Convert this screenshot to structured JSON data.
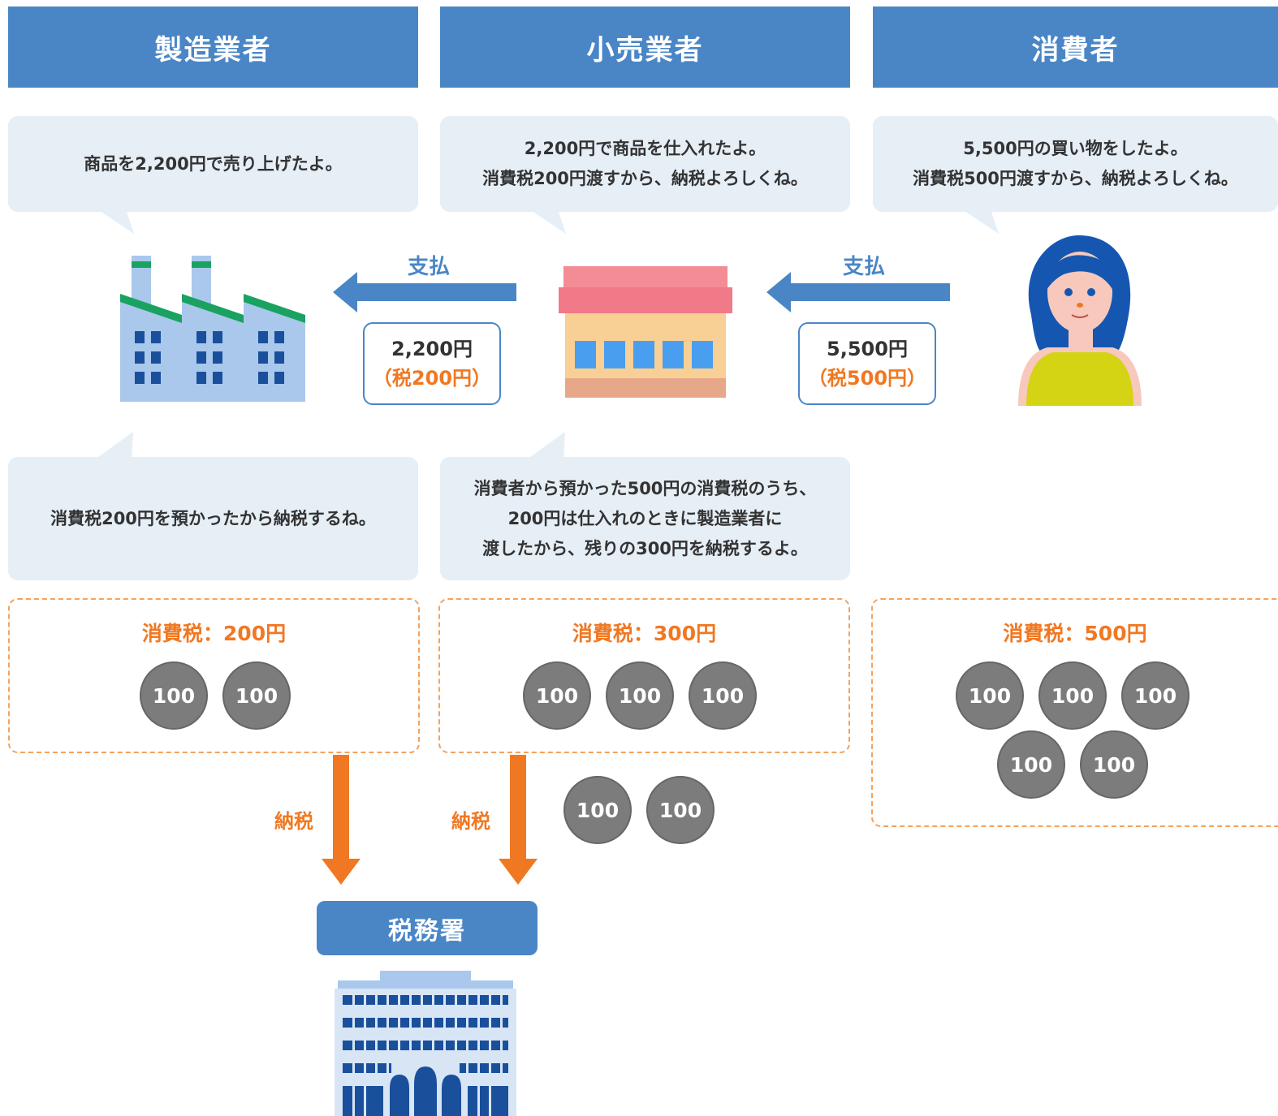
{
  "headers": {
    "manufacturer": "製造業者",
    "retailer": "小売業者",
    "consumer": "消費者"
  },
  "top_bubbles": {
    "manufacturer": [
      "商品を2,200円で売り上げたよ。"
    ],
    "retailer": [
      "2,200円で商品を仕入れたよ。",
      "消費税200円渡すから、納税よろしくね。"
    ],
    "consumer": [
      "5,500円の買い物をしたよ。",
      "消費税500円渡すから、納税よろしくね。"
    ]
  },
  "payments": {
    "left": {
      "label": "支払",
      "amount": "2,200円",
      "tax": "（税200円）"
    },
    "right": {
      "label": "支払",
      "amount": "5,500円",
      "tax": "（税500円）"
    }
  },
  "bottom_bubbles": {
    "manufacturer": [
      "消費税200円を預かったから納税するね。"
    ],
    "retailer": [
      "消費者から預かった500円の消費税のうち、",
      "200円は仕入れのときに製造業者に",
      "渡したから、残りの300円を納税するよ。"
    ]
  },
  "tax_boxes": {
    "manufacturer": {
      "title": "消費税：200円",
      "coins": [
        "100",
        "100"
      ]
    },
    "retailer": {
      "title": "消費税：300円",
      "coins": [
        "100",
        "100",
        "100"
      ]
    },
    "consumer": {
      "title": "消費税：500円",
      "coins": [
        "100",
        "100",
        "100",
        "100",
        "100"
      ]
    }
  },
  "retailer_extra_coins": [
    "100",
    "100"
  ],
  "arrows": {
    "left_label": "納税",
    "right_label": "納税"
  },
  "tax_office": {
    "label": "税務署"
  },
  "icons": [
    "factory-icon",
    "shop-icon",
    "woman-icon",
    "tax-office-building-icon"
  ],
  "colors": {
    "header_blue": "#4a86c6",
    "bubble_bg": "#e6eef6",
    "accent_orange": "#f07822",
    "coin_gray": "#7c7c7c"
  }
}
